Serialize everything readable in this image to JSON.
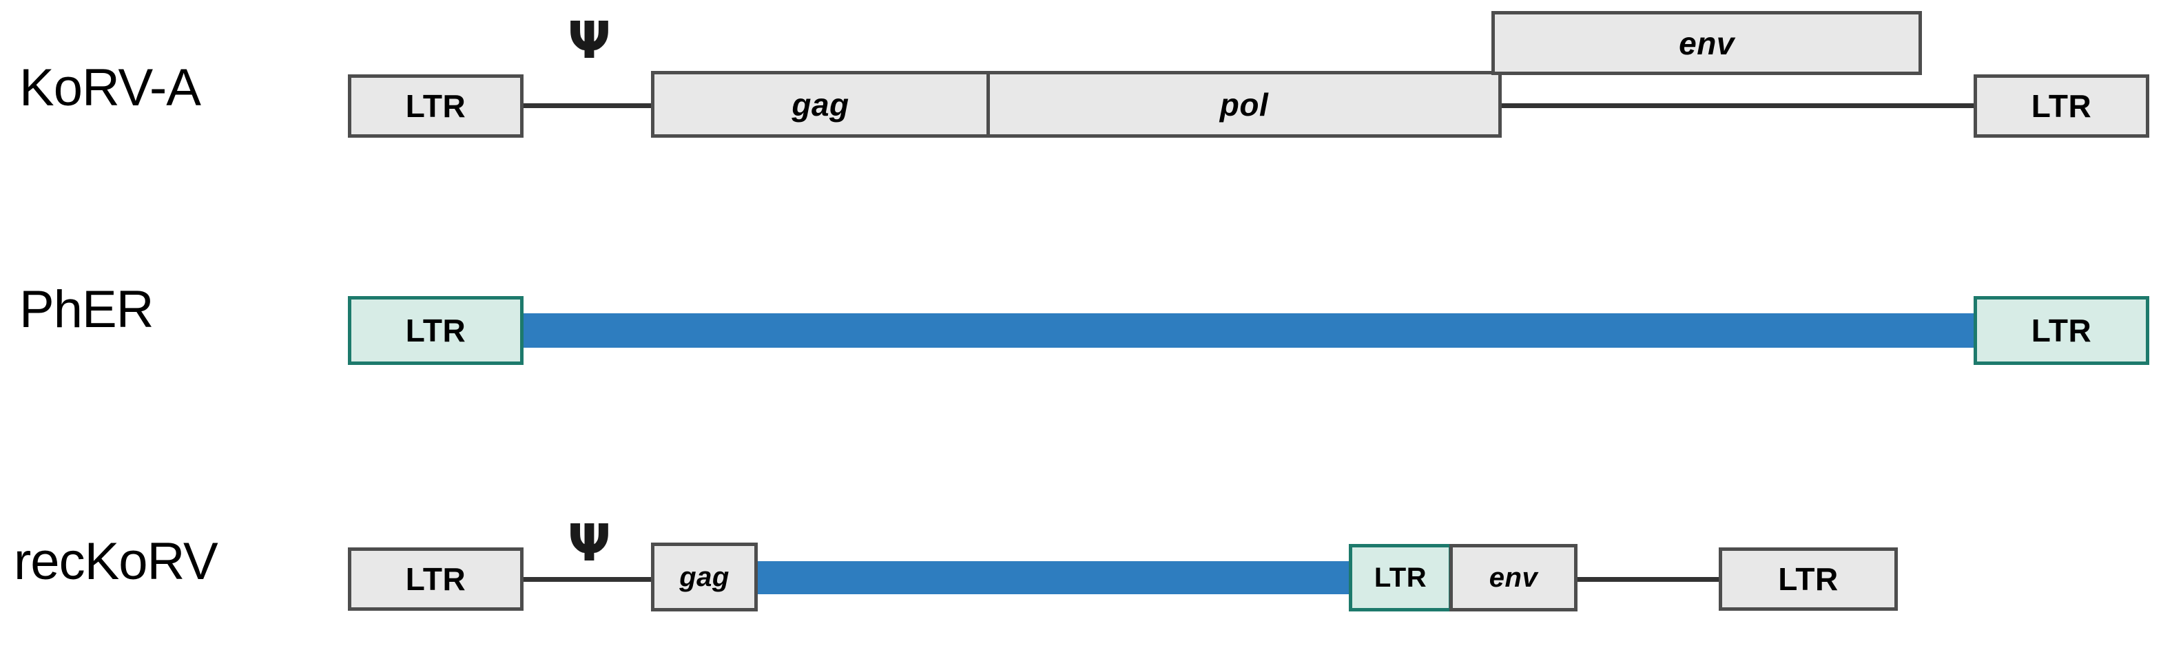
{
  "figure": {
    "type": "genome-structure-diagram",
    "background_color": "#ffffff",
    "palette": {
      "gene_box_fill": "#e8e8e8",
      "gene_box_border": "#4d4d4d",
      "ltr_teal_fill": "#d7ece6",
      "ltr_teal_border": "#1d7a6c",
      "erv_bar_blue": "#2e7dbf",
      "connector_line": "#333333",
      "text": "#000000"
    }
  },
  "rows": [
    {
      "id": "korv-a",
      "label": "KoRV-A",
      "psi_symbol": "Ψ",
      "elements": [
        {
          "name": "ltr-left",
          "label": "LTR",
          "style": "gray"
        },
        {
          "name": "gag",
          "label": "gag",
          "style": "gray"
        },
        {
          "name": "pol",
          "label": "pol",
          "style": "gray"
        },
        {
          "name": "env",
          "label": "env",
          "style": "gray"
        },
        {
          "name": "ltr-right",
          "label": "LTR",
          "style": "gray"
        }
      ]
    },
    {
      "id": "pher",
      "label": "PhER",
      "psi_symbol": "",
      "elements": [
        {
          "name": "ltr-left",
          "label": "LTR",
          "style": "teal"
        },
        {
          "name": "erv-body",
          "label": "",
          "style": "blue-bar"
        },
        {
          "name": "ltr-right",
          "label": "LTR",
          "style": "teal"
        }
      ]
    },
    {
      "id": "reckorv",
      "label": "recKoRV",
      "psi_symbol": "Ψ",
      "elements": [
        {
          "name": "ltr-left",
          "label": "LTR",
          "style": "gray"
        },
        {
          "name": "gag",
          "label": "gag",
          "style": "gray"
        },
        {
          "name": "erv-body",
          "label": "",
          "style": "blue-bar"
        },
        {
          "name": "ltr-middle",
          "label": "LTR",
          "style": "teal"
        },
        {
          "name": "env",
          "label": "env",
          "style": "gray"
        },
        {
          "name": "ltr-right",
          "label": "LTR",
          "style": "gray"
        }
      ]
    }
  ]
}
